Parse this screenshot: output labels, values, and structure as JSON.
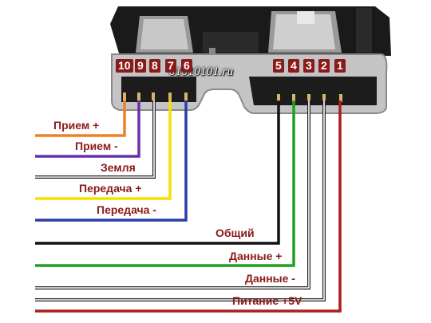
{
  "watermark": "01010101.ru",
  "colors": {
    "label_text": "#8b1a1a",
    "pin_badge": "#8b1a1a",
    "connector": "#151515",
    "metal": "#b8b8b8"
  },
  "pins": [
    {
      "number": "10",
      "label": "Прием +",
      "wire_color": "#f08020"
    },
    {
      "number": "9",
      "label": "Прием -",
      "wire_color": "#6a2fb0"
    },
    {
      "number": "8",
      "label": "Земля",
      "wire_color": "#222222"
    },
    {
      "number": "7",
      "label": "Передача +",
      "wire_color": "#f5e000"
    },
    {
      "number": "6",
      "label": "Передача -",
      "wire_color": "#2a3fa8"
    },
    {
      "number": "5",
      "label": "Общий",
      "wire_color": "#111111"
    },
    {
      "number": "4",
      "label": "Данные +",
      "wire_color": "#1fa01f"
    },
    {
      "number": "3",
      "label": "Данные -",
      "wire_color": "#222222"
    },
    {
      "number": "2",
      "label": "Питание +5V",
      "wire_color": "#aa1e1e"
    },
    {
      "number": "1",
      "label": "",
      "wire_color": "#aa1e1e"
    }
  ]
}
